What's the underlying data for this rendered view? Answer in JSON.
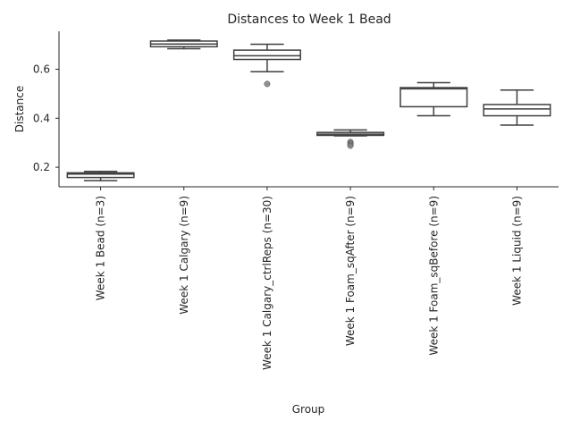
{
  "chart_data": {
    "type": "box",
    "title": "Distances to Week 1 Bead",
    "xlabel": "Group",
    "ylabel": "Distance",
    "ylim": [
      0.12,
      0.755
    ],
    "yticks": [
      0.2,
      0.4,
      0.6
    ],
    "categories": [
      "Week 1 Bead (n=3)",
      "Week 1 Calgary (n=9)",
      "Week 1 Calgary_ctrlReps (n=30)",
      "Week 1 Foam_sqAfter (n=9)",
      "Week 1 Foam_sqBefore (n=9)",
      "Week 1 Liquid (n=9)"
    ],
    "boxes": [
      {
        "whislo": 0.145,
        "q1": 0.158,
        "med": 0.172,
        "q3": 0.177,
        "whishi": 0.183,
        "fliers": []
      },
      {
        "whislo": 0.684,
        "q1": 0.692,
        "med": 0.703,
        "q3": 0.715,
        "whishi": 0.719,
        "fliers": []
      },
      {
        "whislo": 0.59,
        "q1": 0.64,
        "med": 0.655,
        "q3": 0.678,
        "whishi": 0.702,
        "fliers": [
          0.54
        ]
      },
      {
        "whislo": 0.328,
        "q1": 0.33,
        "med": 0.335,
        "q3": 0.342,
        "whishi": 0.352,
        "fliers": [
          0.303,
          0.296,
          0.288
        ]
      },
      {
        "whislo": 0.41,
        "q1": 0.447,
        "med": 0.52,
        "q3": 0.525,
        "whishi": 0.545,
        "fliers": []
      },
      {
        "whislo": 0.372,
        "q1": 0.41,
        "med": 0.438,
        "q3": 0.456,
        "whishi": 0.515,
        "fliers": []
      }
    ],
    "grid": false,
    "legend": "none"
  }
}
